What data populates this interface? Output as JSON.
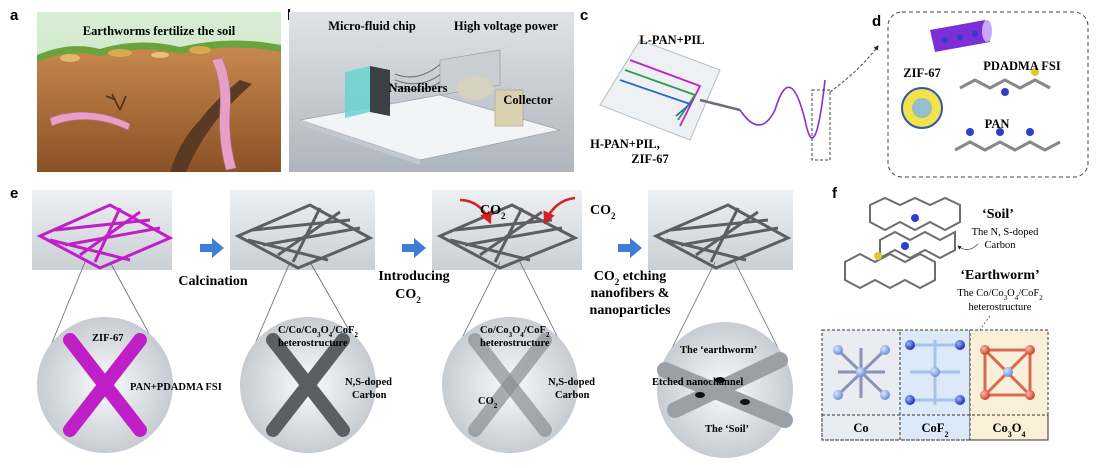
{
  "panels": {
    "a": {
      "letter": "a",
      "title": "Earthworms fertilize the soil"
    },
    "b": {
      "letter": "b",
      "chip": "Micro-fluid chip",
      "power": "High voltage power",
      "fibers": "Nanofibers",
      "collector": "Collector"
    },
    "c": {
      "letter": "c",
      "top": "L-PAN+PIL",
      "bottom1": "H-PAN+PIL,",
      "bottom2": "ZIF-67"
    },
    "d": {
      "letter": "d",
      "zif": "ZIF-67",
      "pil": "PDADMA FSI",
      "pan": "PAN"
    },
    "e": {
      "letter": "e",
      "step1": "Calcination",
      "step2a": "Introducing",
      "step2b": "CO",
      "co2": "CO",
      "sub2": "2",
      "step3a": "CO",
      "step3b": " etching",
      "step3c": "nanofibers &",
      "step3d": "nanoparticles",
      "c1a": "ZIF-67",
      "c1b": "PAN+PDADMA FSI",
      "c2a": "C/Co/Co",
      "c2b": "O",
      "c2c": "/CoF",
      "c2d": "heterostructure",
      "c2e": "N,S-doped",
      "c2f": "Carbon",
      "c3a": "Co/Co",
      "c3b": "O",
      "c3c": "/CoF",
      "c3d": "heterostructure",
      "c3e": "N,S-doped",
      "c3f": "Carbon",
      "c3g": "CO",
      "c4a": "The ‘earthworm’",
      "c4b": "Etched nanochannel",
      "c4c": "The ‘Soil’",
      "sub3": "3",
      "sub4": "4"
    },
    "f": {
      "letter": "f",
      "soil": "‘Soil’",
      "soil_desc1": "The N, S-doped",
      "soil_desc2": "Carbon",
      "worm": "‘Earthworm’",
      "worm_desc1a": "The Co/Co",
      "worm_desc1b": "O",
      "worm_desc1c": "/CoF",
      "worm_desc2": "heterostructure",
      "co": "Co",
      "cof2": "CoF",
      "co3o4a": "Co",
      "co3o4b": "O",
      "sub2": "2",
      "sub3": "3",
      "sub4": "4"
    }
  },
  "colors": {
    "magenta": "#c01fc8",
    "gray_fiber": "#5b5f63",
    "arrow_blue": "#3f7dd6",
    "red_arrow": "#d42020"
  }
}
